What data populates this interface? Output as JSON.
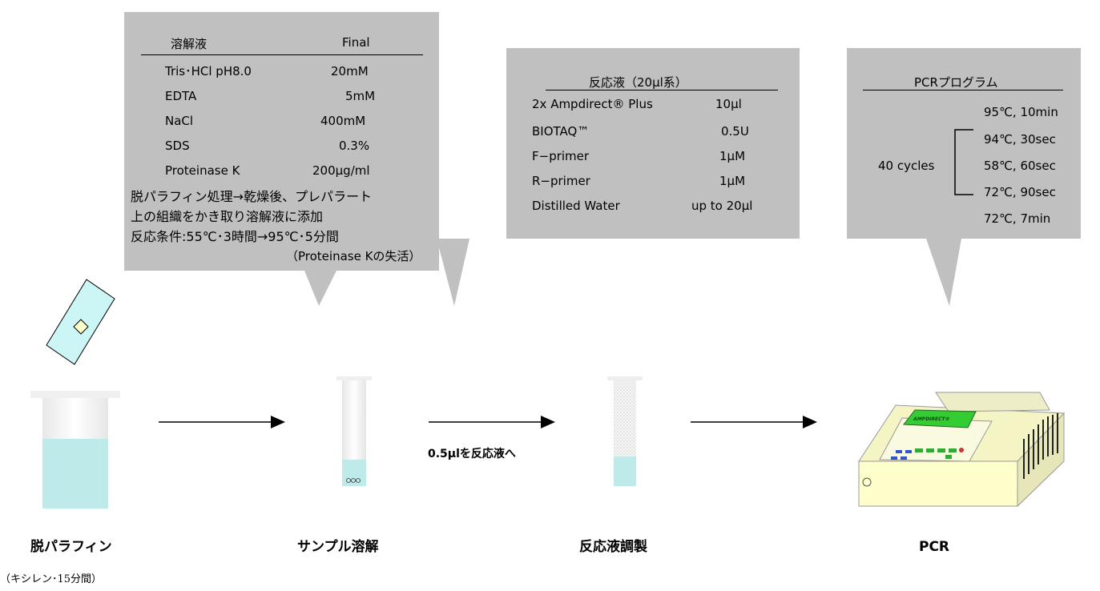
{
  "box1": {
    "header_left": "溶解液",
    "header_right": "Final",
    "rows": [
      {
        "name": "Tris･HCl pH8.0",
        "value": "20mM"
      },
      {
        "name": "EDTA",
        "value": "5mM"
      },
      {
        "name": "NaCl",
        "value": "400mM"
      },
      {
        "name": "SDS",
        "value": "0.3%"
      },
      {
        "name": "Proteinase K",
        "value": "200μg/ml"
      }
    ],
    "notes": [
      "脱パラフィン処理→乾燥後、プレパラート",
      "上の組織をかき取り溶解液に添加",
      "反応条件:55℃･3時間→95℃･5分間",
      "（Proteinase Kの失活）"
    ]
  },
  "box2": {
    "header": "反応液（20μl系）",
    "rows": [
      {
        "name": "2x Ampdirect® Plus",
        "value": "10μl"
      },
      {
        "name": "BIOTAQ™",
        "value": "0.5U"
      },
      {
        "name": "F−primer",
        "value": "1μM"
      },
      {
        "name": "R−primer",
        "value": "1μM"
      },
      {
        "name": "Distilled Water",
        "value": "up to 20μl"
      }
    ]
  },
  "box3": {
    "header": "PCRプログラム",
    "steps": [
      "95℃, 10min",
      "94℃, 30sec",
      "58℃, 60sec",
      "72℃, 90sec",
      "72℃, 7min"
    ],
    "cycles_label": "40 cycles"
  },
  "transfer_label": "0.5μlを反応液へ",
  "steps": {
    "deparaffin": "脱パラフィン",
    "deparaffin_sub": "（キシレン･15分間）",
    "lysis": "サンプル溶解",
    "prep": "反応液調製",
    "pcr": "PCR"
  },
  "machine_screen": "AMPDIRECT®",
  "colors": {
    "callout_fill": "#c0c0c0",
    "liquid": "#bfeaea",
    "machine_body": "#ffffcc",
    "machine_screen": "#33cc33"
  }
}
